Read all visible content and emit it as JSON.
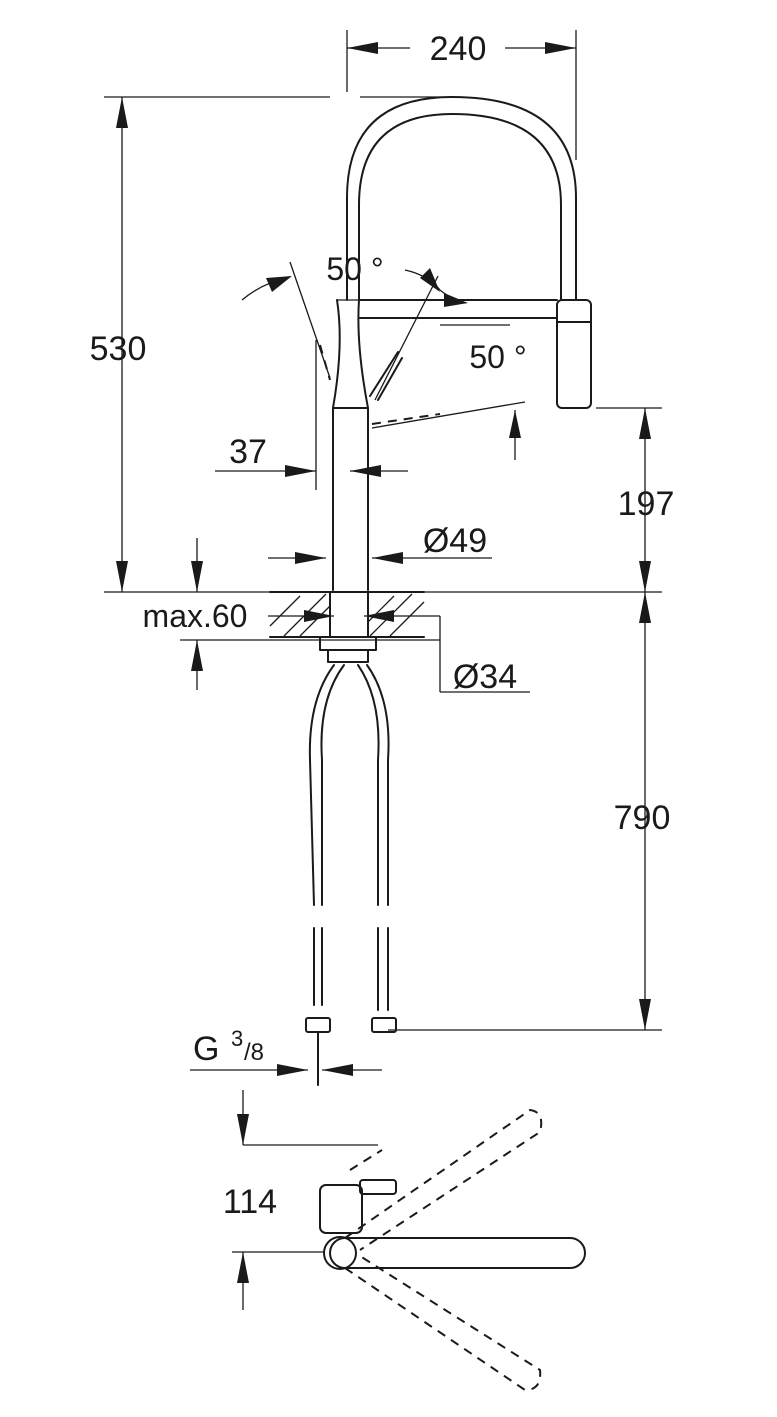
{
  "dimensions": {
    "spout_reach": "240",
    "total_height": "530",
    "outlet_height": "197",
    "angle_left": "50 °",
    "angle_right": "50 °",
    "side_offset": "37",
    "body_diameter": "Ø49",
    "deck_thickness": "max.60",
    "hole_diameter": "Ø34",
    "hose_length": "790",
    "connection_prefix": "G",
    "connection_num": "3",
    "connection_den": "/8",
    "handle_offset": "114"
  }
}
